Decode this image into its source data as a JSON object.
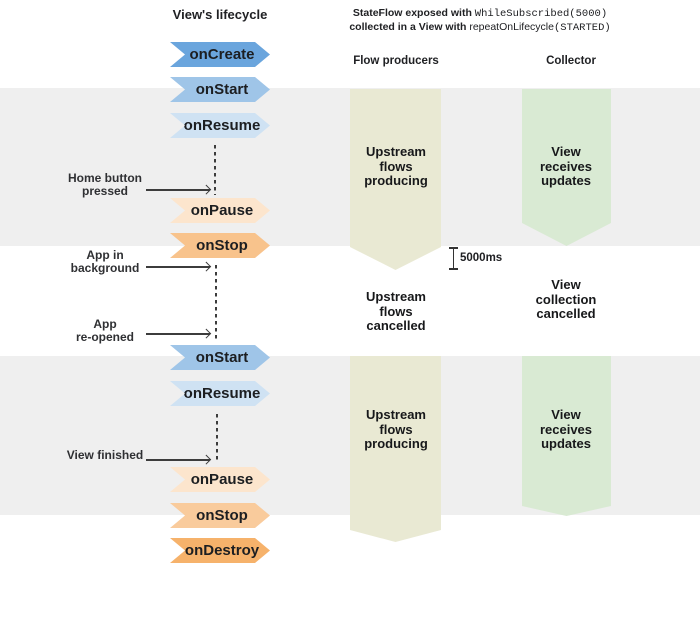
{
  "colors": {
    "stripe_gray": "#efefef",
    "producer_band": "#e9e9d3",
    "collector_band": "#d9ead3",
    "line_dark": "#3c3c3c"
  },
  "lifecycle": {
    "title": "View's lifecycle",
    "badges": [
      {
        "label": "onCreate",
        "color": "#6aa5dd"
      },
      {
        "label": "onStart",
        "color": "#9fc5e8"
      },
      {
        "label": "onResume",
        "color": "#cfe2f3"
      },
      {
        "label": "onPause",
        "color": "#fce5cd"
      },
      {
        "label": "onStop",
        "color": "#f8c38c"
      },
      {
        "label": "onStart",
        "color": "#9fc5e8"
      },
      {
        "label": "onResume",
        "color": "#cfe2f3"
      },
      {
        "label": "onPause",
        "color": "#fce5cd"
      },
      {
        "label": "onStop",
        "color": "#f9cb9c"
      },
      {
        "label": "onDestroy",
        "color": "#f6b26b"
      }
    ]
  },
  "annotations": [
    {
      "text": "Home button\npressed"
    },
    {
      "text": "App in\nbackground"
    },
    {
      "text": "App\nre-opened"
    },
    {
      "text": "View finished"
    }
  ],
  "header": {
    "line1_bold": "StateFlow exposed with ",
    "line1_code": "WhileSubscribed(5000)",
    "line2_bold": "collected in a View with ",
    "line2_regular": "repeatOnLifecycle",
    "line2_code": "(STARTED)",
    "producers_label": "Flow producers",
    "collector_label": "Collector"
  },
  "producer_column": {
    "segment1_text": "Upstream\nflows\nproducing",
    "cancelled_text": "Upstream\nflows\ncancelled",
    "segment2_text": "Upstream\nflows\nproducing"
  },
  "collector_column": {
    "segment1_text": "View\nreceives\nupdates",
    "cancelled_text": "View\ncollection\ncancelled",
    "segment2_text": "View\nreceives\nupdates"
  },
  "timing": {
    "label": "5000ms"
  }
}
